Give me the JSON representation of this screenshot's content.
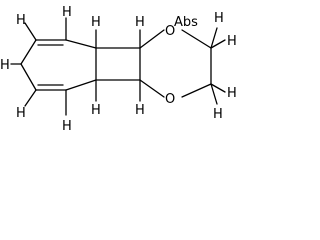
{
  "molecule": {
    "hydrogen_symbol": "H",
    "oxygen_symbol": "O",
    "abs_label": "Abs"
  }
}
